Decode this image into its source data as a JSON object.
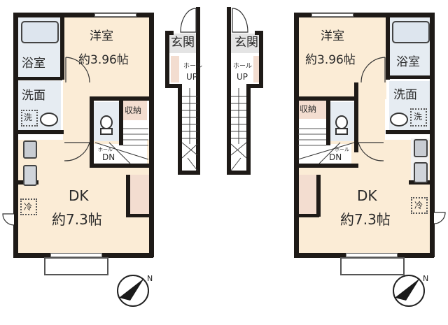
{
  "plan": {
    "units": [
      {
        "id": "left",
        "western_room": {
          "name": "洋室",
          "size": "約3.96帖"
        },
        "bathroom": "浴室",
        "washroom": "洗面",
        "washer": "洗",
        "storage": "収納",
        "hall_small": "ホール",
        "stairs_down": "DN",
        "dk": {
          "name": "DK",
          "size": "約7.3帖"
        },
        "fridge": "冷"
      },
      {
        "id": "right",
        "western_room": {
          "name": "洋室",
          "size": "約3.96帖"
        },
        "bathroom": "浴室",
        "washroom": "洗面",
        "washer": "洗",
        "storage": "収納",
        "hall_small": "ホール",
        "stairs_down": "DN",
        "dk": {
          "name": "DK",
          "size": "約7.3帖"
        },
        "fridge": "冷"
      }
    ],
    "entrances": [
      {
        "name": "玄関",
        "hall": "ホール",
        "stairs_up": "UP"
      },
      {
        "name": "玄関",
        "hall": "ホール",
        "stairs_up": "UP"
      }
    ],
    "compass": {
      "label": "N"
    },
    "colors": {
      "wall": "#1e1a17",
      "room_floor": "#fbecd6",
      "wet_area": "#e6ecf2",
      "entry": "#e4e4e4",
      "storage": "#f3ddd0"
    }
  }
}
